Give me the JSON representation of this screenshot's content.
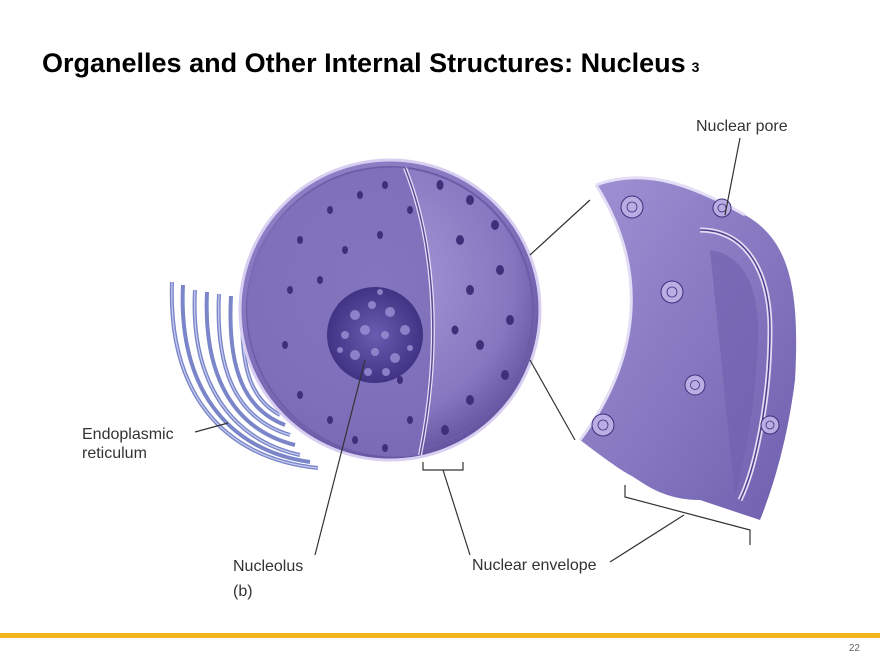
{
  "slide": {
    "title": "Organelles and Other Internal Structures: Nucleus",
    "title_suffix": "3",
    "page_number": "22"
  },
  "diagram": {
    "labels": {
      "nuclear_pore": "Nuclear pore",
      "endoplasmic_reticulum_line1": "Endoplasmic",
      "endoplasmic_reticulum_line2": "reticulum",
      "nucleolus": "Nucleolus",
      "nuclear_envelope": "Nuclear envelope",
      "panel": "(b)"
    },
    "colors": {
      "nucleus_fill": "#8a7bbf",
      "nucleus_dark": "#5b4a96",
      "nucleus_light": "#b4a9dc",
      "er_color": "#7a86c9",
      "pore_color": "#3e2f7a",
      "accent_bar": "#f2b51b"
    }
  }
}
